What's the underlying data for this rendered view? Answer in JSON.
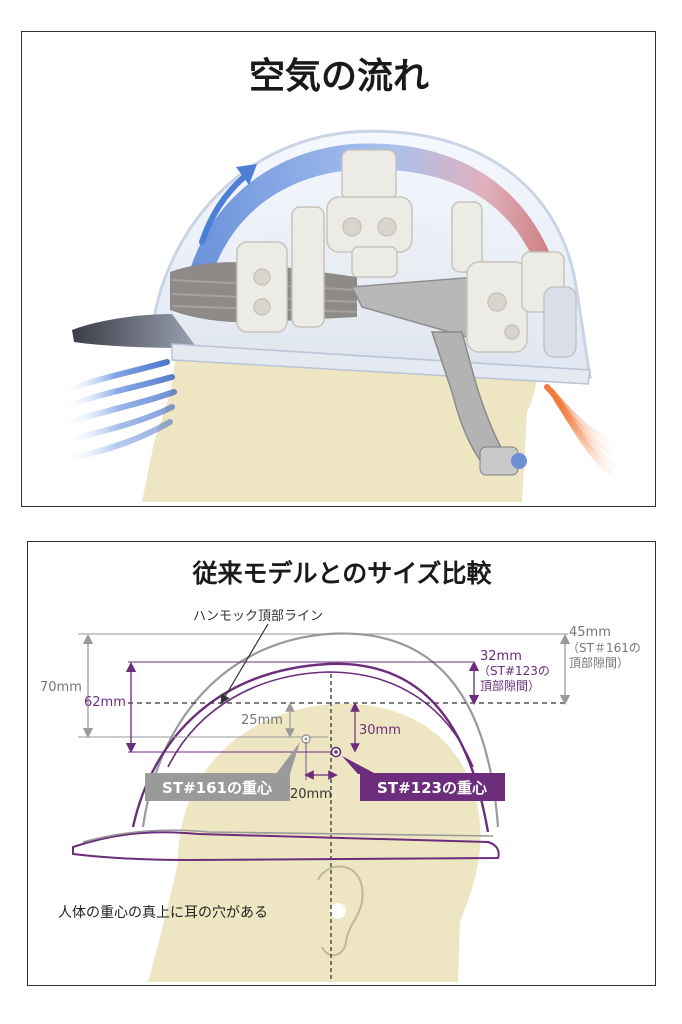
{
  "airflow": {
    "title": "空気の流れ"
  },
  "comparison": {
    "title": "従来モデルとのサイズ比較",
    "hammock_line_label": "ハンモック頂部ライン",
    "dim_70": "70mm",
    "dim_62": "62mm",
    "dim_25": "25mm",
    "dim_30": "30mm",
    "dim_20": "20mm",
    "dim_32": "32mm",
    "dim_32_note_1": "（ST#123の",
    "dim_32_note_2": "頂部隙間）",
    "dim_45": "45mm",
    "dim_45_note_1": "（ST＃161の",
    "dim_45_note_2": "頂部隙間）",
    "cg_161": "ST#161の重心",
    "cg_123": "ST#123の重心",
    "ear_note": "人体の重心の真上に耳の穴がある"
  },
  "colors": {
    "purple": "#6b2d7c",
    "gray_outline": "#9a9a9a",
    "head": "#eee6c2",
    "cool_air": "#4d7fd6",
    "warm_air": "#e8773a"
  }
}
